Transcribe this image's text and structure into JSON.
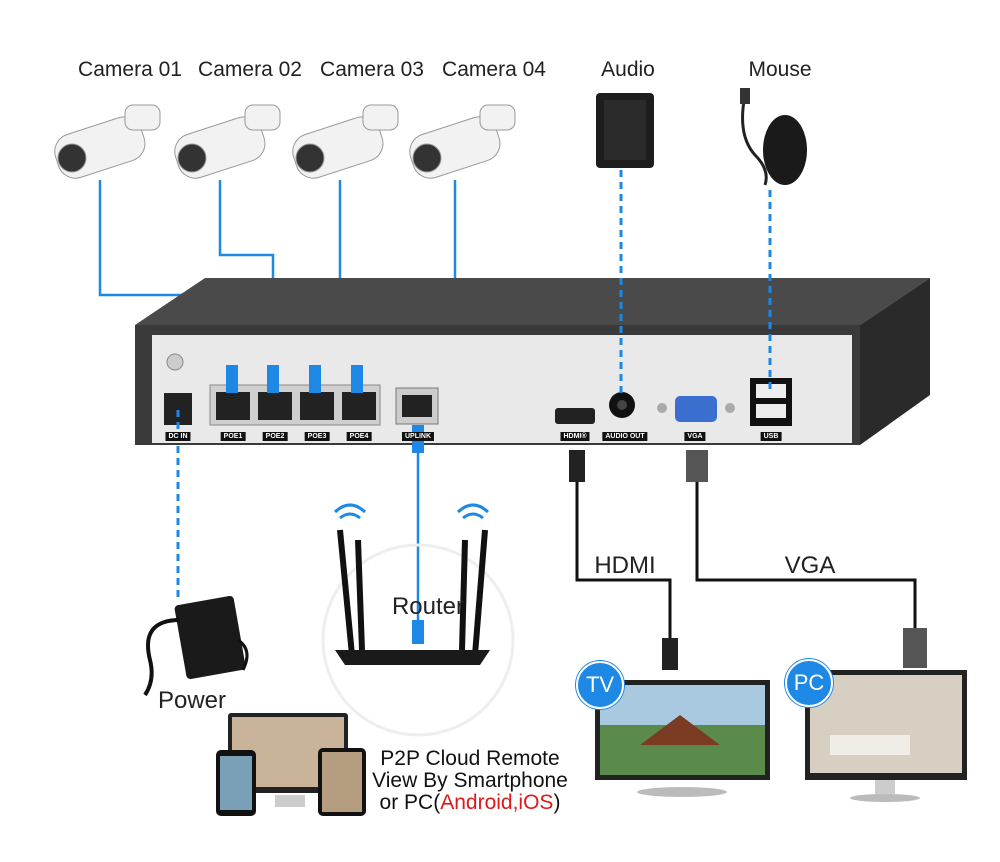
{
  "devices": {
    "cameras": [
      "Camera 01",
      "Camera 02",
      "Camera 03",
      "Camera 04"
    ],
    "audio": "Audio",
    "mouse": "Mouse",
    "router": "Router",
    "power": "Power",
    "tv_badge": "TV",
    "pc_badge": "PC"
  },
  "nvr_ports": {
    "dc_in": "DC IN",
    "poe": [
      "POE1",
      "POE2",
      "POE3",
      "POE4"
    ],
    "uplink": "UPLINK",
    "hdmi": "HDMI®",
    "audio_out": "AUDIO OUT",
    "vga": "VGA",
    "usb": "USB"
  },
  "cables": {
    "hdmi": "HDMI",
    "vga": "VGA"
  },
  "remote": {
    "line1": "P2P Cloud Remote",
    "line2": "View By Smartphone",
    "line3_prefix": "or PC(",
    "line3_highlight": "Android,iOS",
    "line3_suffix": ")"
  },
  "colors": {
    "cable_blue": "#1e88e5",
    "highlight_red": "#e01818",
    "nvr_body": "#3a3a3a",
    "panel": "#e8e8e8"
  }
}
